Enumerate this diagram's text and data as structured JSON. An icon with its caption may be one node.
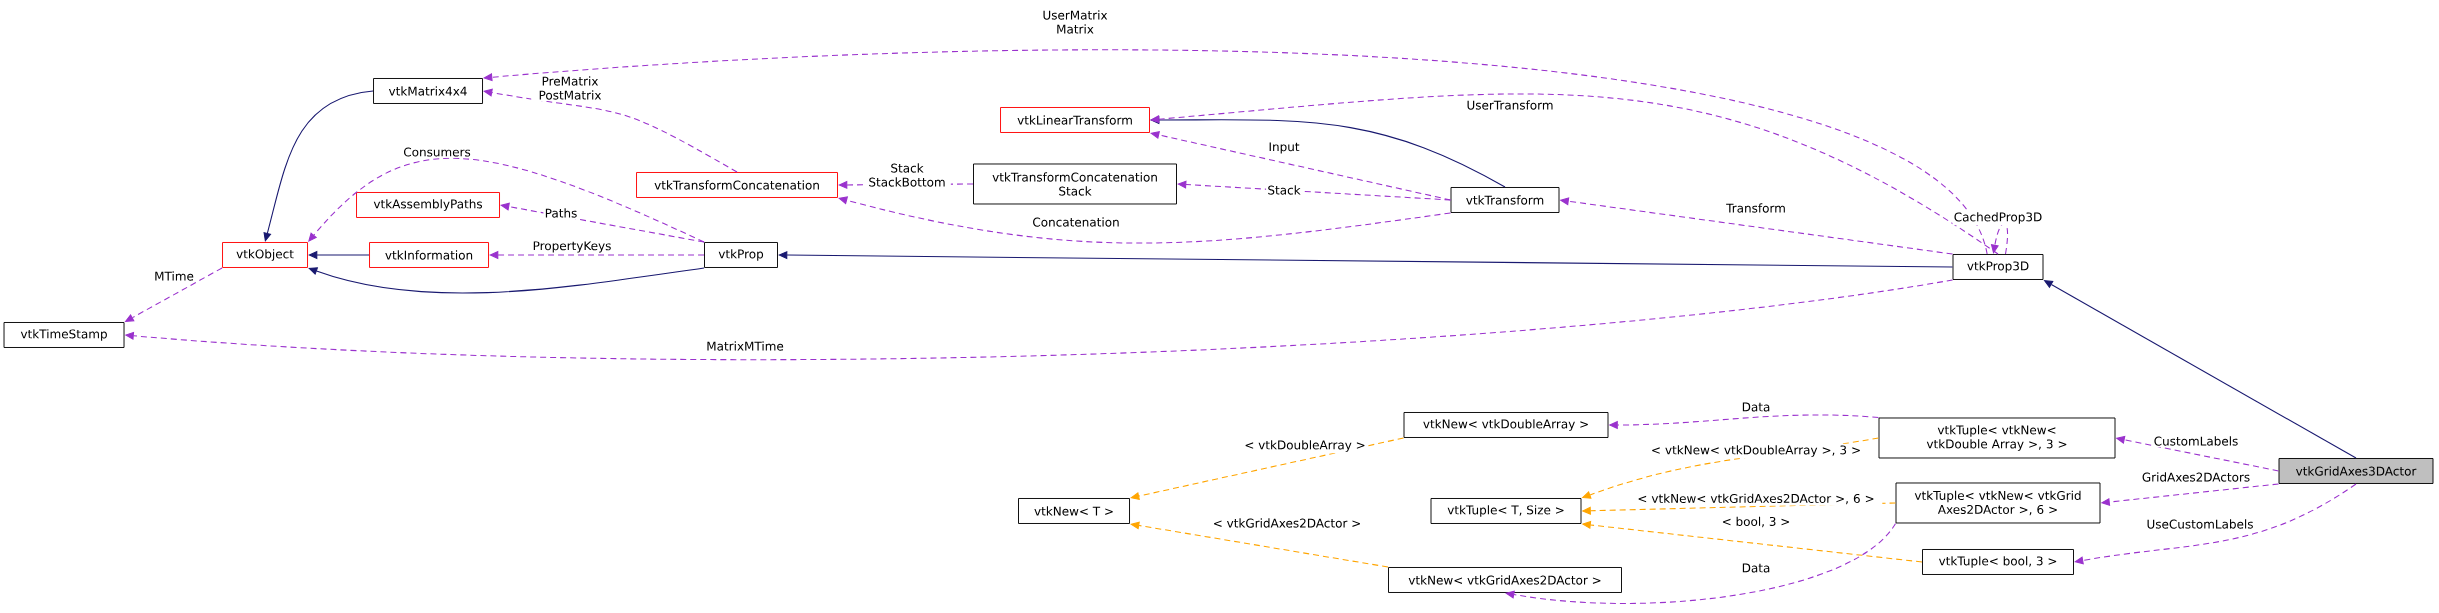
{
  "diagram": {
    "nodes": [
      {
        "text": [
          "vtkMatrix4x4"
        ]
      },
      {
        "text": [
          "vtkLinearTransform"
        ]
      },
      {
        "text": [
          "vtkTransformConcatenation"
        ]
      },
      {
        "text": [
          "vtkTransformConcatenation Stack"
        ]
      },
      {
        "text": [
          "vtkAssemblyPaths"
        ]
      },
      {
        "text": [
          "vtkTransform"
        ]
      },
      {
        "text": [
          "vtkObject"
        ]
      },
      {
        "text": [
          "vtkInformation"
        ]
      },
      {
        "text": [
          "vtkProp"
        ]
      },
      {
        "text": [
          "vtkProp3D"
        ]
      },
      {
        "text": [
          "vtkTimeStamp"
        ]
      },
      {
        "text": [
          "vtkNew< vtkDoubleArray >"
        ]
      },
      {
        "text": [
          "vtkTuple< vtkNew< vtkDouble Array >, 3 >"
        ]
      },
      {
        "text": [
          "vtkGridAxes3DActor"
        ]
      },
      {
        "text": [
          "vtkNew< T >"
        ]
      },
      {
        "text": [
          "vtkTuple< T, Size >"
        ]
      },
      {
        "text": [
          "vtkTuple< vtkNew< vtkGrid Axes2DActor >, 6 >"
        ]
      },
      {
        "text": [
          "vtkTuple< bool, 3 >"
        ]
      },
      {
        "text": [
          "vtkNew< vtkGridAxes2DActor >"
        ]
      }
    ],
    "edges": [
      {
        "from": 0,
        "to": 6,
        "arrow": "to",
        "color": "#191970"
      },
      {
        "from": 7,
        "to": 6,
        "arrow": "to",
        "color": "#191970"
      },
      {
        "from": 8,
        "to": 6,
        "arrow": "to",
        "color": "#191970"
      },
      {
        "from": 9,
        "to": 8,
        "arrow": "to",
        "color": "#191970"
      },
      {
        "from": 5,
        "to": 1,
        "arrow": "to",
        "color": "#191970"
      },
      {
        "from": 13,
        "to": 9,
        "arrow": "to",
        "color": "#191970"
      },
      {
        "from": 9,
        "to": 0,
        "arrow": "to",
        "style": "dashed",
        "label": "UserMatrix Matrix"
      },
      {
        "from": 2,
        "to": 0,
        "arrow": "to",
        "style": "dashed",
        "label": "PreMatrix PostMatrix"
      },
      {
        "from": 8,
        "to": 6,
        "arrow": "to",
        "style": "dashed",
        "label": "Consumers"
      },
      {
        "from": 8,
        "to": 4,
        "arrow": "to",
        "style": "dashed",
        "label": "Paths"
      },
      {
        "from": 8,
        "to": 7,
        "arrow": "to",
        "style": "dashed",
        "label": "PropertyKeys"
      },
      {
        "from": 6,
        "to": 10,
        "arrow": "to",
        "style": "dashed",
        "label": "MTime"
      },
      {
        "from": 9,
        "to": 10,
        "arrow": "to",
        "style": "dashed",
        "label": "MatrixMTime"
      },
      {
        "from": 9,
        "to": 1,
        "arrow": "to",
        "style": "dashed",
        "label": "UserTransform"
      },
      {
        "from": 5,
        "to": 1,
        "arrow": "to",
        "style": "dashed",
        "label": "Input"
      },
      {
        "from": 3,
        "to": 2,
        "arrow": "to",
        "style": "dashed",
        "label": "Stack StackBottom"
      },
      {
        "from": 5,
        "to": 3,
        "arrow": "to",
        "style": "dashed",
        "label": "Stack"
      },
      {
        "from": 5,
        "to": 2,
        "arrow": "to",
        "style": "dashed",
        "label": "Concatenation"
      },
      {
        "from": 9,
        "to": 5,
        "arrow": "to",
        "style": "dashed",
        "label": "Transform"
      },
      {
        "from": 9,
        "to": 9,
        "arrow": "to",
        "style": "dashed",
        "label": "CachedProp3D"
      },
      {
        "from": 12,
        "to": 11,
        "arrow": "to",
        "style": "dashed",
        "label": "Data"
      },
      {
        "from": 16,
        "to": 18,
        "arrow": "to",
        "style": "dashed",
        "label": "Data"
      },
      {
        "from": 13,
        "to": 12,
        "arrow": "to",
        "style": "dashed",
        "label": "CustomLabels"
      },
      {
        "from": 13,
        "to": 16,
        "arrow": "to",
        "style": "dashed",
        "label": "GridAxes2DActors"
      },
      {
        "from": 13,
        "to": 17,
        "arrow": "to",
        "style": "dashed",
        "label": "UseCustomLabels"
      },
      {
        "from": 11,
        "to": 14,
        "arrow": "to",
        "style": "dashed",
        "color": "#ffa500",
        "label": "< vtkDoubleArray >"
      },
      {
        "from": 18,
        "to": 14,
        "arrow": "to",
        "style": "dashed",
        "color": "#ffa500",
        "label": "< vtkGridAxes2DActor >"
      },
      {
        "from": 12,
        "to": 15,
        "arrow": "to",
        "style": "dashed",
        "color": "#ffa500",
        "label": "< vtkNew< vtkDoubleArray >, 3 >"
      },
      {
        "from": 16,
        "to": 15,
        "arrow": "to",
        "style": "dashed",
        "color": "#ffa500",
        "label": "< vtkNew< vtkGridAxes2DActor >, 6 >"
      },
      {
        "from": 17,
        "to": 15,
        "arrow": "to",
        "style": "dashed",
        "color": "#ffa500",
        "label": "< bool, 3 >"
      }
    ]
  }
}
